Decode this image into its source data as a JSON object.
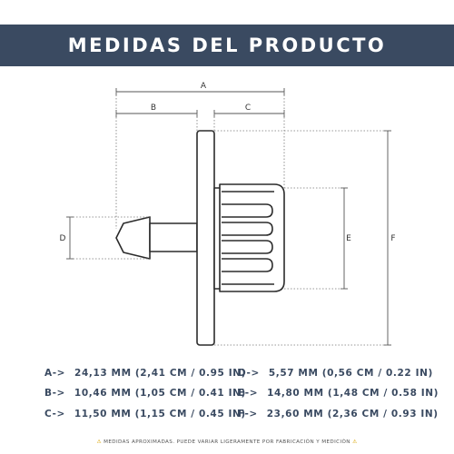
{
  "title": "MEDIDAS DEL PRODUCTO",
  "labels": {
    "a": "A",
    "b": "B",
    "c": "C",
    "d": "D",
    "e": "E",
    "f": "F"
  },
  "measurements": [
    {
      "key": "A->",
      "value": "24,13 MM (2,41 CM / 0.95 IN)"
    },
    {
      "key": "B->",
      "value": "10,46 MM (1,05 CM / 0.41 IN)"
    },
    {
      "key": "C->",
      "value": "11,50 MM (1,15 CM / 0.45 IN)"
    },
    {
      "key": "D->",
      "value": "5,57 MM (0,56 CM / 0.22 IN)"
    },
    {
      "key": "E->",
      "value": "14,80 MM (1,48 CM / 0.58 IN)"
    },
    {
      "key": "F->",
      "value": "23,60 MM (2,36 CM / 0.93 IN)"
    }
  ],
  "footnote": {
    "icon": "warning-icon",
    "text": "MEDIDAS APROXIMADAS. PUEDE VARIAR LIGERAMENTE POR FABRICACIÓN Y MEDICIÓN"
  },
  "colors": {
    "header_bg": "#3a4a61",
    "text_accent": "#3a4a61",
    "line": "#2b2b2b",
    "warning": "#d9a400"
  }
}
